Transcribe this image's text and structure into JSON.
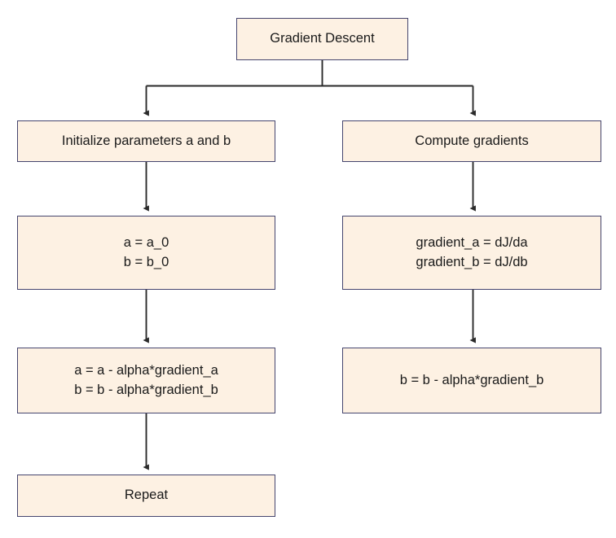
{
  "diagram": {
    "title": "Gradient Descent",
    "type": "flowchart",
    "colors": {
      "node_fill": "#FDF1E3",
      "node_border": "#45456E",
      "connector": "#2a2a2a",
      "text": "#1a1a1a",
      "background": "#ffffff"
    },
    "nodes": {
      "root": {
        "id": "gradient-descent",
        "label": "Gradient Descent"
      },
      "left_branch": [
        {
          "id": "initialize-parameters",
          "label": "Initialize parameters a and b"
        },
        {
          "id": "initial-values",
          "label": "a = a_0\nb = b_0"
        },
        {
          "id": "update-rules",
          "label": "a = a - alpha*gradient_a\nb = b - alpha*gradient_b"
        },
        {
          "id": "repeat",
          "label": "Repeat"
        }
      ],
      "right_branch": [
        {
          "id": "compute-gradients",
          "label": "Compute gradients"
        },
        {
          "id": "gradient-formulas",
          "label": "gradient_a = dJ/da\ngradient_b = dJ/db"
        },
        {
          "id": "update-rule-b",
          "label": "b = b - alpha*gradient_b"
        }
      ]
    },
    "edges": [
      {
        "from": "gradient-descent",
        "to": "initialize-parameters",
        "style": "elbow-arrow"
      },
      {
        "from": "gradient-descent",
        "to": "compute-gradients",
        "style": "elbow-arrow"
      },
      {
        "from": "initialize-parameters",
        "to": "initial-values",
        "style": "straight-arrow"
      },
      {
        "from": "initial-values",
        "to": "update-rules",
        "style": "straight-arrow"
      },
      {
        "from": "update-rules",
        "to": "repeat",
        "style": "straight-arrow"
      },
      {
        "from": "compute-gradients",
        "to": "gradient-formulas",
        "style": "straight-arrow"
      },
      {
        "from": "gradient-formulas",
        "to": "update-rule-b",
        "style": "straight-arrow"
      }
    ]
  }
}
